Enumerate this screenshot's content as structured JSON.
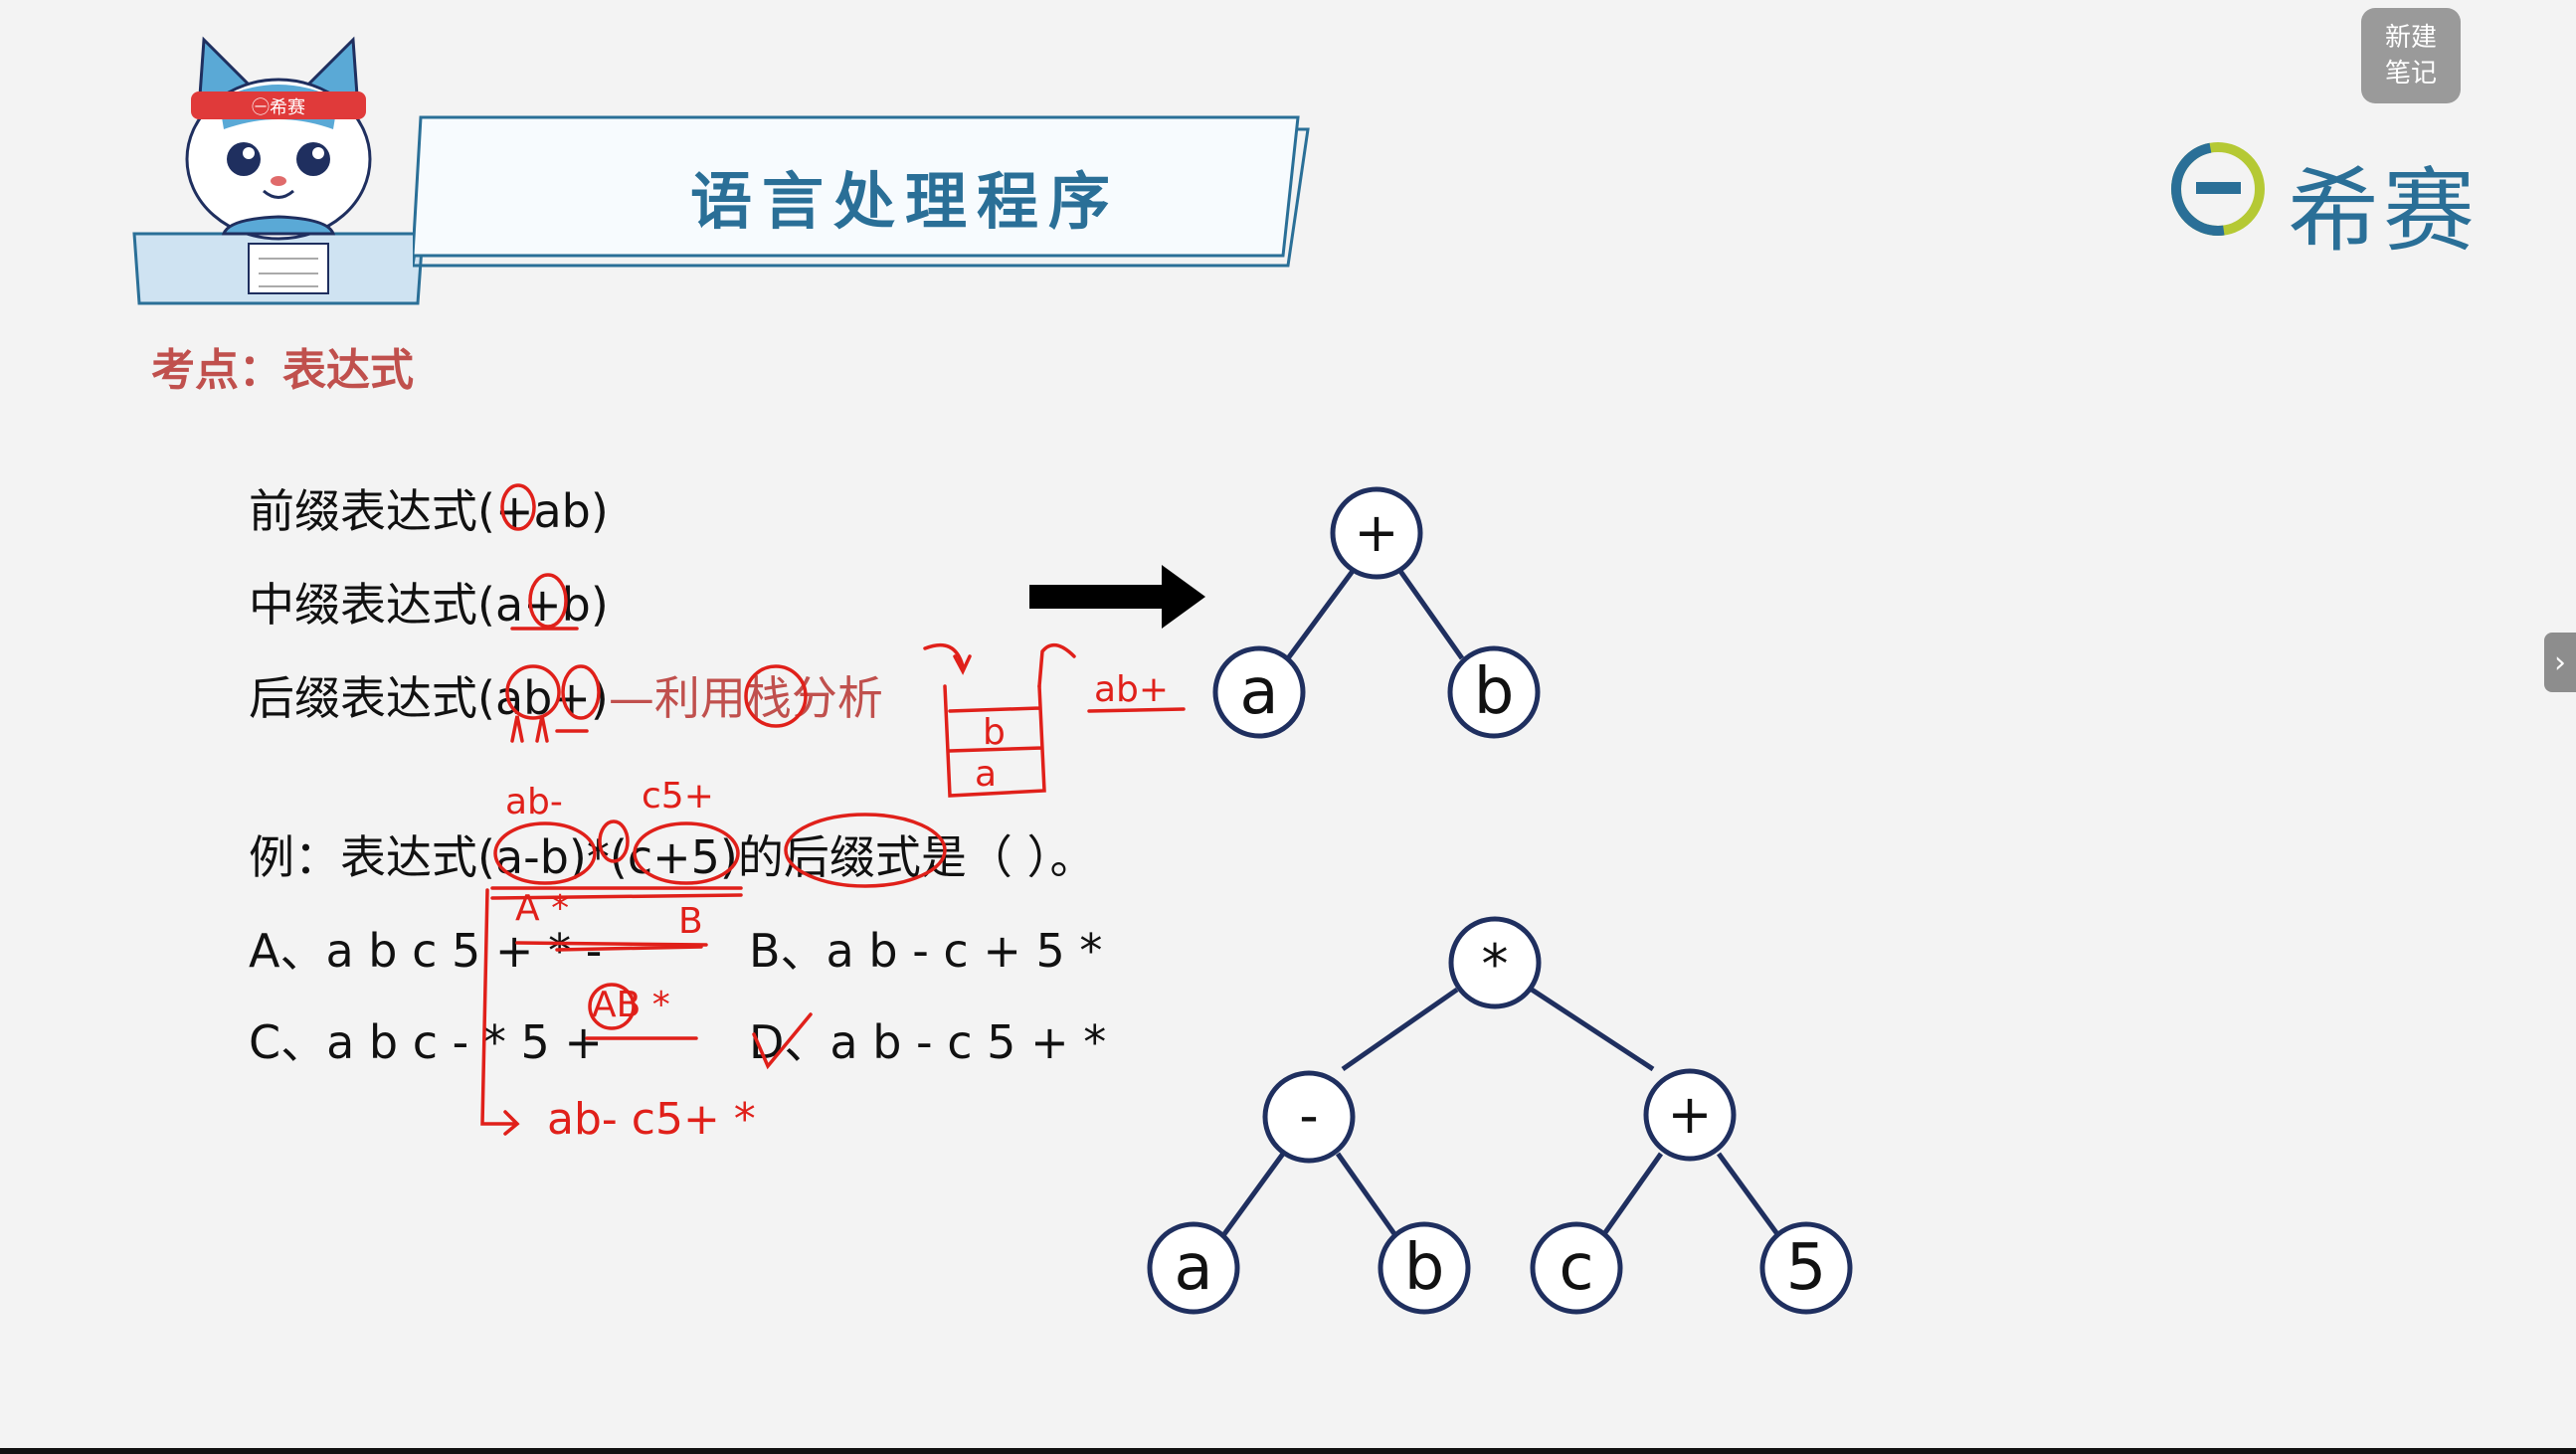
{
  "app": {
    "new_note_line1": "新建",
    "new_note_line2": "笔记",
    "side_tab_glyph": "›"
  },
  "header": {
    "title": "语言处理程序",
    "brand": "希赛",
    "mascot_headband": "㊀希赛"
  },
  "topic": "考点：表达式",
  "lines": {
    "prefix": "前缀表达式(+ab)",
    "infix": "中缀表达式(a+b)",
    "postfix": "后缀表达式(ab+)",
    "postfix_note": "—利用栈分析"
  },
  "example": {
    "question": "例：表达式(a-b)*(c+5)的后缀式是（ ）。",
    "options": {
      "A": "A、a b c 5 + * -",
      "B": "B、a b - c + 5 *",
      "C": "C、a b c - * 5 +",
      "D": "D、a b - c 5 + *"
    }
  },
  "annotations": {
    "ab_minus": "ab-",
    "c5plus": "c5+",
    "A_star": "A *",
    "B": "B",
    "AB_star": "AB *",
    "result": "ab- c5+ *",
    "stack_b": "b",
    "stack_a": "a",
    "abplus": "ab+"
  },
  "trees": {
    "tree1": {
      "root": "+",
      "left": "a",
      "right": "b"
    },
    "tree2": {
      "root": "*",
      "left": "-",
      "right": "+",
      "ll": "a",
      "lr": "b",
      "rl": "c",
      "rr": "5"
    }
  },
  "colors": {
    "title": "#2a6f97",
    "node_stroke": "#1f2f5f",
    "annotation_red": "#e0201a",
    "topic_red": "#c0504d",
    "brand_green": "#b5c934"
  }
}
